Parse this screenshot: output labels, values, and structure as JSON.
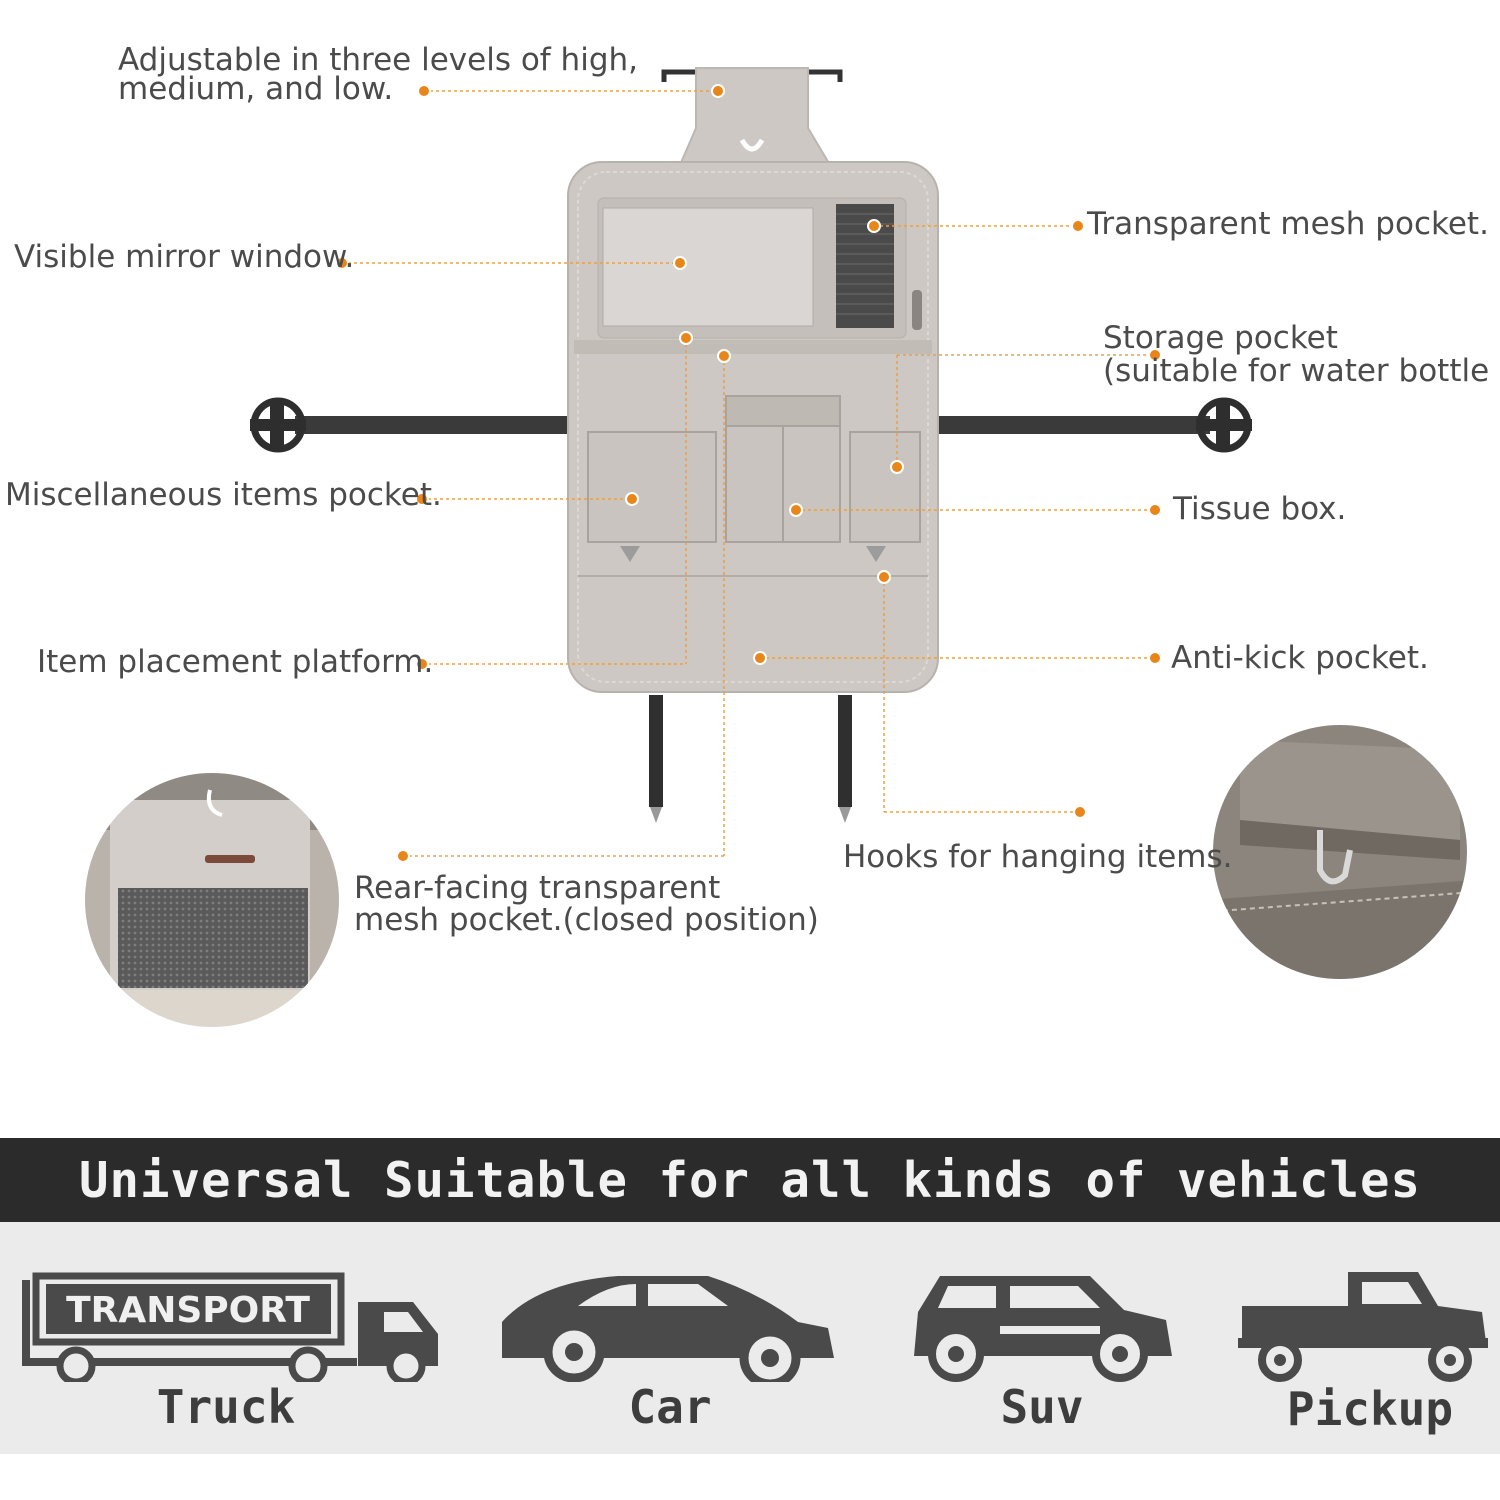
{
  "callouts": {
    "adjustable": [
      "Adjustable in three levels of high,",
      "medium, and low."
    ],
    "mirror": "Visible mirror window.",
    "transparent_mesh": "Transparent mesh pocket.",
    "storage": [
      "Storage pocket",
      "(suitable for water bottle an"
    ],
    "misc": "Miscellaneous items pocket.",
    "tissue": "Tissue box.",
    "platform": "Item placement platform.",
    "anti_kick": "Anti-kick pocket.",
    "hooks": "Hooks for hanging items.",
    "rear_mesh": [
      "Rear-facing transparent",
      "mesh pocket.(closed position)"
    ]
  },
  "banner": {
    "title": "Universal Suitable for all kinds of vehicles"
  },
  "vehicles": [
    {
      "label": "Truck",
      "icon": "truck-icon",
      "badge": "TRANSPORT"
    },
    {
      "label": "Car",
      "icon": "car-icon"
    },
    {
      "label": "Suv",
      "icon": "suv-icon"
    },
    {
      "label": "Pickup",
      "icon": "pickup-icon"
    }
  ],
  "colors": {
    "accent_dot": "#e8861a",
    "organizer": "#cbc6c1",
    "banner_bg": "#2b2b2b",
    "strip_bg": "#ebebeb",
    "icon": "#4a4a4a"
  }
}
